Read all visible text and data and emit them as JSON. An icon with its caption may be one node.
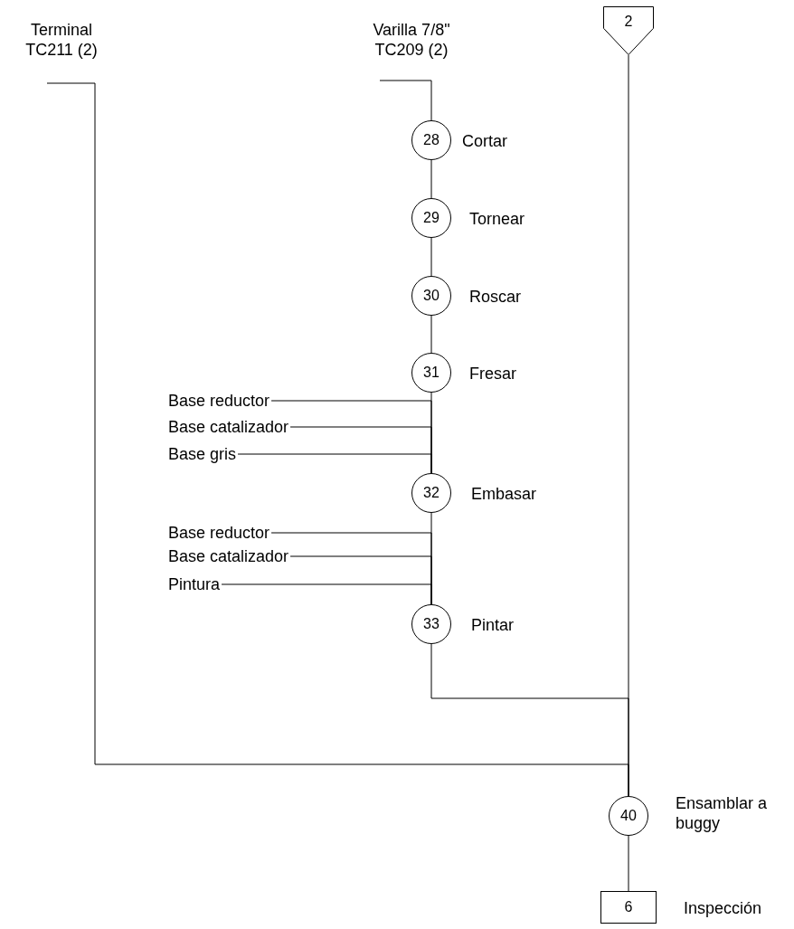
{
  "diagram": {
    "nodes": [
      {
        "text": [
          "Terminal TC211 (2)"
        ]
      },
      {
        "text": [
          "Varilla 7/8\" TC209 (2)"
        ]
      },
      {
        "text": [
          "2"
        ]
      },
      {
        "text": [
          "28"
        ],
        "beside": [
          "Cortar"
        ]
      },
      {
        "text": [
          "29"
        ],
        "beside": [
          "Tornear"
        ]
      },
      {
        "text": [
          "30"
        ],
        "beside": [
          "Roscar"
        ]
      },
      {
        "text": [
          "31"
        ],
        "beside": [
          "Fresar"
        ]
      },
      {
        "text": [
          "Base reductor"
        ]
      },
      {
        "text": [
          "Base catalizador"
        ]
      },
      {
        "text": [
          "Base gris"
        ]
      },
      {
        "text": [
          "32"
        ],
        "beside": [
          "Embasar"
        ]
      },
      {
        "text": [
          "Base reductor"
        ]
      },
      {
        "text": [
          "Base catalizador"
        ]
      },
      {
        "text": [
          "Pintura"
        ]
      },
      {
        "text": [
          "33"
        ],
        "beside": [
          "Pintar"
        ]
      },
      {
        "text": [
          "40"
        ],
        "beside": [
          "Ensamblar a buggy"
        ]
      },
      {
        "text": [
          "6"
        ],
        "beside": [
          "Inspección"
        ]
      }
    ],
    "edges": [
      {
        "from": 1,
        "to": 3,
        "arrow": "none"
      },
      {
        "from": 3,
        "to": 4,
        "arrow": "none"
      },
      {
        "from": 4,
        "to": 5,
        "arrow": "none"
      },
      {
        "from": 5,
        "to": 6,
        "arrow": "none"
      },
      {
        "from": 6,
        "to": 10,
        "arrow": "none"
      },
      {
        "from": 7,
        "to": 10,
        "arrow": "none"
      },
      {
        "from": 8,
        "to": 10,
        "arrow": "none"
      },
      {
        "from": 9,
        "to": 10,
        "arrow": "none"
      },
      {
        "from": 10,
        "to": 14,
        "arrow": "none"
      },
      {
        "from": 11,
        "to": 14,
        "arrow": "none"
      },
      {
        "from": 12,
        "to": 14,
        "arrow": "none"
      },
      {
        "from": 13,
        "to": 14,
        "arrow": "none"
      },
      {
        "from": 14,
        "to": 15,
        "arrow": "none"
      },
      {
        "from": 2,
        "to": 15,
        "arrow": "none"
      },
      {
        "from": 0,
        "to": 15,
        "arrow": "none"
      },
      {
        "from": 15,
        "to": 16,
        "arrow": "none"
      }
    ]
  }
}
